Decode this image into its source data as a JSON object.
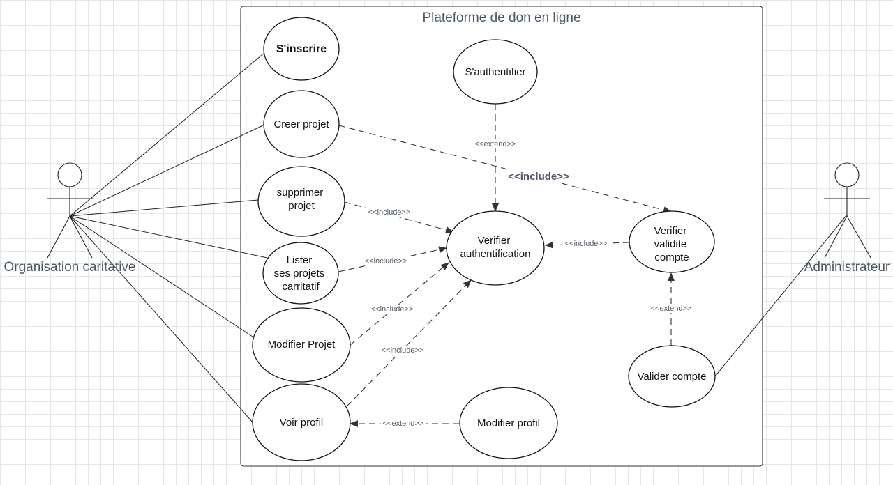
{
  "system": {
    "title": "Plateforme de don en ligne"
  },
  "actors": {
    "org": {
      "label": "Organisation caritative"
    },
    "admin": {
      "label": "Administrateur"
    }
  },
  "use_cases": {
    "inscrire": {
      "label": "S'inscrire"
    },
    "creer": {
      "label": "Creer projet"
    },
    "supprimer": {
      "lines": [
        "supprimer",
        "projet"
      ]
    },
    "lister": {
      "lines": [
        "Lister",
        "ses projets",
        "carritatif"
      ]
    },
    "modifier_projet": {
      "label": "Modifier Projet"
    },
    "voir_profil": {
      "label": "Voir profil"
    },
    "authentifier": {
      "label": "S'authentifier"
    },
    "verifier_auth": {
      "lines": [
        "Verifier",
        "authentification"
      ]
    },
    "verifier_validite": {
      "lines": [
        "Verifier",
        "validite",
        "compte"
      ]
    },
    "valider_compte": {
      "label": "Valider compte"
    },
    "modifier_profil": {
      "label": "Modifier profil"
    }
  },
  "relations": {
    "extend": "<<extend>>",
    "include": "<<include>>"
  }
}
